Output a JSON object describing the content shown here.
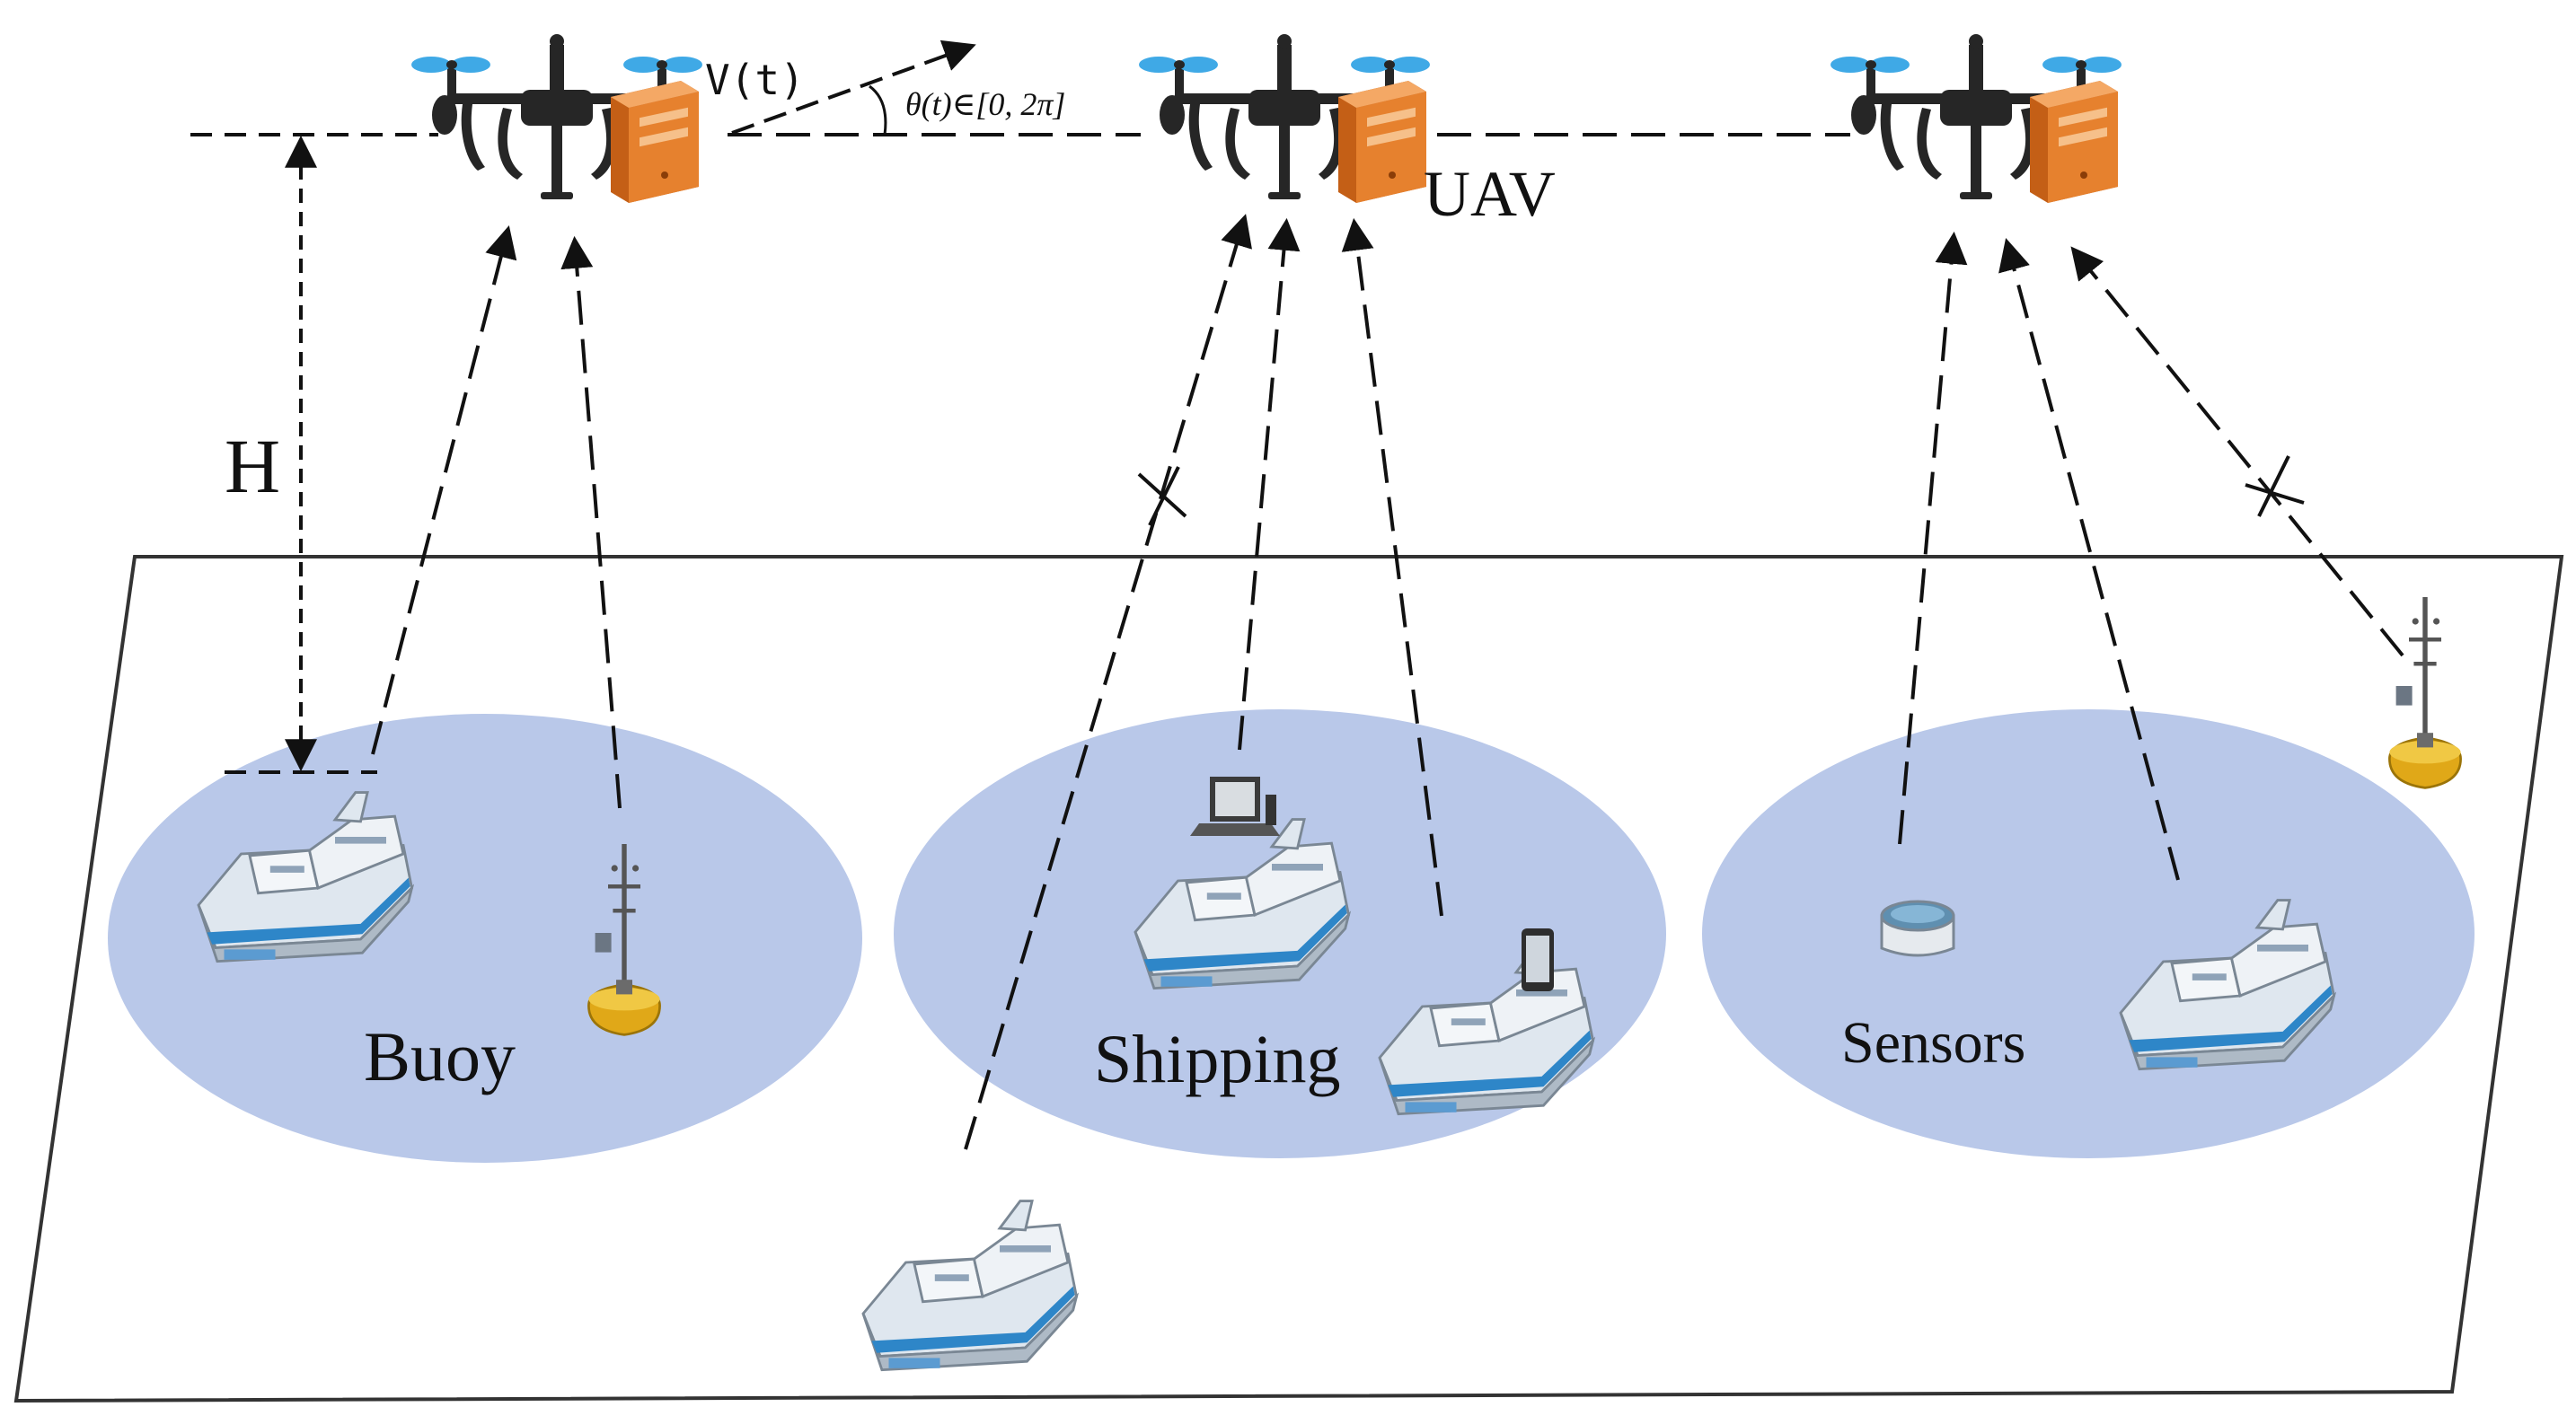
{
  "labels": {
    "velocity": "V(t)",
    "angle": "θ(t)∈[0, 2π]",
    "uav": "UAV",
    "height": "H",
    "buoy": "Buoy",
    "shipping": "Shipping",
    "sensors": "Sensors"
  },
  "colors": {
    "cluster_fill": "#b9c8e9",
    "uav_body": "#262626",
    "server_orange": "#e6812e",
    "rotor_blue": "#3fa9e6",
    "buoy_yellow": "#e0a818",
    "ship_hull": "#eef2f6",
    "ship_stripe": "#2e86c8",
    "line": "#111111"
  },
  "icons": [
    "uav-icon",
    "server-icon",
    "ship-icon",
    "buoy-icon",
    "sensor-icon",
    "laptop-icon",
    "phone-icon",
    "blocked-link-icon"
  ]
}
